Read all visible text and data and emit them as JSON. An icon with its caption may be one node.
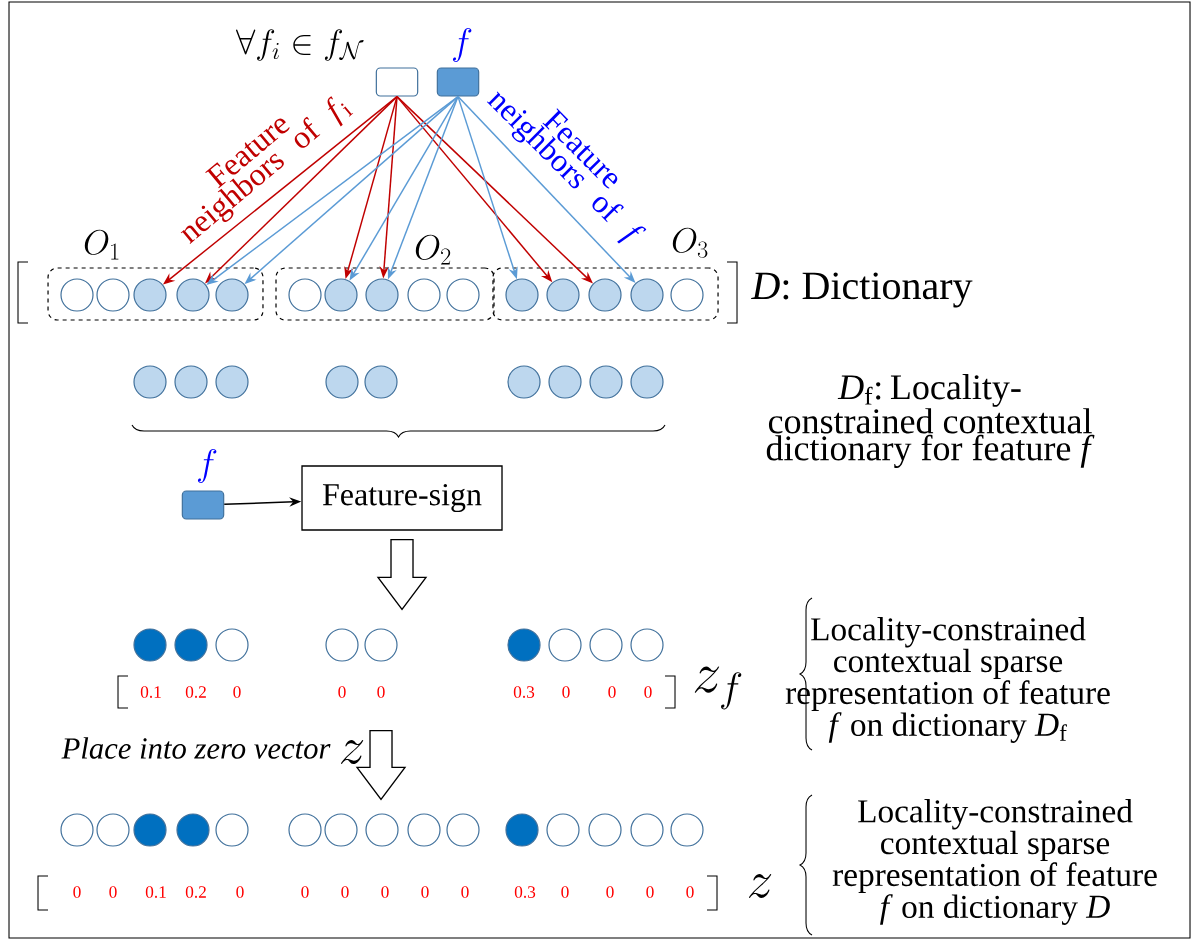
{
  "diagram": {
    "nodes": [
      {
        "text": [
          "\\forall f_i \\in f_{\\mathcal{N}}"
        ]
      },
      {
        "text": [
          "f"
        ]
      },
      {
        "text": [
          "O_1"
        ]
      },
      {
        "text": [
          "O_2"
        ]
      },
      {
        "text": [
          "O_3"
        ]
      },
      {
        "text": [],
        "shape": "circle",
        "in": 2
      },
      {
        "text": [],
        "shape": "circle",
        "in": 2
      },
      {
        "text": [],
        "shape": "circle",
        "in": 2
      },
      {
        "text": [],
        "shape": "circle",
        "in": 2
      },
      {
        "text": [],
        "shape": "circle",
        "in": 2
      },
      {
        "text": [],
        "shape": "circle",
        "in": 3
      },
      {
        "text": [],
        "shape": "circle",
        "in": 3
      },
      {
        "text": [],
        "shape": "circle",
        "in": 3
      },
      {
        "text": [],
        "shape": "circle",
        "in": 3
      },
      {
        "text": [],
        "shape": "circle",
        "in": 3
      },
      {
        "text": [],
        "shape": "circle",
        "in": 4
      },
      {
        "text": [],
        "shape": "circle",
        "in": 4
      },
      {
        "text": [],
        "shape": "circle",
        "in": 4
      },
      {
        "text": [],
        "shape": "circle",
        "in": 4
      },
      {
        "text": [],
        "shape": "circle",
        "in": 4
      },
      {
        "text": [],
        "shape": "circle"
      },
      {
        "text": [],
        "shape": "circle"
      },
      {
        "text": [],
        "shape": "circle"
      },
      {
        "text": [],
        "shape": "circle"
      },
      {
        "text": [],
        "shape": "circle"
      },
      {
        "text": [],
        "shape": "circle"
      },
      {
        "text": [],
        "shape": "circle"
      },
      {
        "text": [],
        "shape": "circle"
      },
      {
        "text": [],
        "shape": "circle"
      },
      {
        "text": [
          "f"
        ]
      },
      {
        "text": [
          "Feature-sign"
        ]
      },
      {
        "text": [],
        "shape": "circle"
      },
      {
        "text": [],
        "shape": "circle"
      },
      {
        "text": [],
        "shape": "circle"
      },
      {
        "text": [],
        "shape": "circle"
      },
      {
        "text": [],
        "shape": "circle"
      },
      {
        "text": [],
        "shape": "circle"
      },
      {
        "text": [],
        "shape": "circle"
      },
      {
        "text": [],
        "shape": "circle"
      },
      {
        "text": [],
        "shape": "circle"
      },
      {
        "text": [],
        "shape": "circle"
      },
      {
        "text": [],
        "shape": "circle"
      },
      {
        "text": [],
        "shape": "circle"
      },
      {
        "text": [],
        "shape": "circle"
      },
      {
        "text": [],
        "shape": "circle"
      },
      {
        "text": [],
        "shape": "circle"
      },
      {
        "text": [],
        "shape": "circle"
      },
      {
        "text": [],
        "shape": "circle"
      },
      {
        "text": [],
        "shape": "circle"
      },
      {
        "text": [],
        "shape": "circle"
      },
      {
        "text": [],
        "shape": "circle"
      },
      {
        "text": [],
        "shape": "circle"
      },
      {
        "text": [],
        "shape": "circle"
      },
      {
        "text": [],
        "shape": "circle"
      },
      {
        "text": [],
        "shape": "circle"
      }
    ],
    "edges": [
      {
        "from": 0,
        "to": 7,
        "arrow": "to",
        "color": "#c00000"
      },
      {
        "from": 0,
        "to": 8,
        "arrow": "to",
        "color": "#c00000"
      },
      {
        "from": 0,
        "to": 11,
        "arrow": "to",
        "color": "#c00000"
      },
      {
        "from": 0,
        "to": 12,
        "arrow": "to",
        "color": "#c00000"
      },
      {
        "from": 0,
        "to": 16,
        "arrow": "to",
        "color": "#c00000"
      },
      {
        "from": 0,
        "to": 17,
        "arrow": "to",
        "color": "#c00000"
      },
      {
        "from": 1,
        "to": 8,
        "arrow": "to",
        "color": "#5b9bd5"
      },
      {
        "from": 1,
        "to": 9,
        "arrow": "to",
        "color": "#5b9bd5"
      },
      {
        "from": 1,
        "to": 11,
        "arrow": "to",
        "color": "#5b9bd5"
      },
      {
        "from": 1,
        "to": 12,
        "arrow": "to",
        "color": "#5b9bd5"
      },
      {
        "from": 1,
        "to": 15,
        "arrow": "to",
        "color": "#5b9bd5"
      },
      {
        "from": 1,
        "to": 18,
        "arrow": "to",
        "color": "#5b9bd5"
      },
      {
        "from": 29,
        "to": 30,
        "arrow": "to",
        "color": "#000000"
      },
      {
        "from": 30,
        "to": 35,
        "arrow": "to",
        "style": "thick",
        "color": "#000000"
      },
      {
        "from": 35,
        "to": 47,
        "arrow": "to",
        "style": "thick",
        "color": "#000000"
      }
    ],
    "labels": [
      "Feature neighbors of *f*$_{i}$",
      "Feature neighbors of *f*",
      "*D*: Dictionary",
      "*D*$_{f}$: Locality- constrained contextual dictionary for feature *f*",
      "0.1",
      "0.2",
      "0",
      "0",
      "0",
      "0.3",
      "0",
      "0",
      "0",
      "z_f",
      "Locality-constrained contextual sparse representation of feature *f* on dictionary *D*$_{f}$",
      "Place into zero vector",
      "z",
      "0",
      "0",
      "0.1",
      "0.2",
      "0",
      "0",
      "0",
      "0",
      "0",
      "0",
      "0.3",
      "0",
      "0",
      "0",
      "0",
      "z",
      "Locality-constrained contextual sparse representation of feature *f* on dictionary *D*"
    ]
  }
}
